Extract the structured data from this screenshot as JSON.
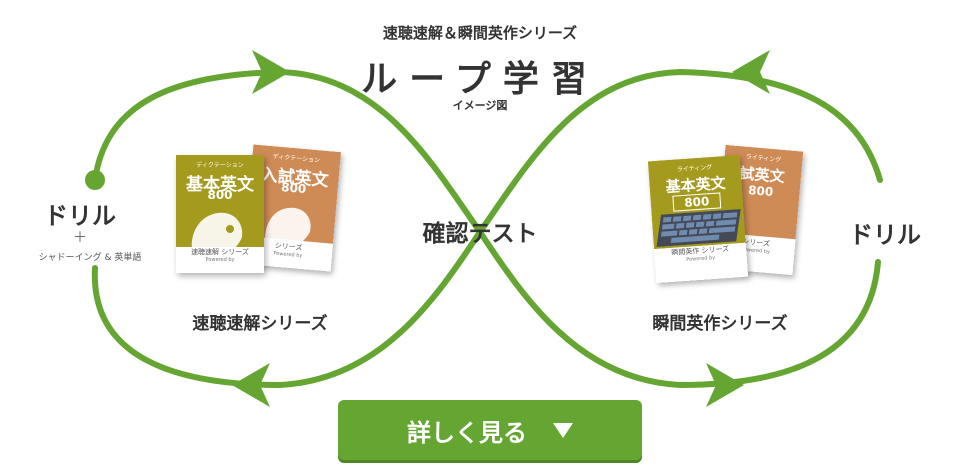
{
  "header": {
    "series_subtitle": "速聴速解＆瞬間英作シリーズ",
    "title": "ループ学習",
    "note": "イメージ図"
  },
  "colors": {
    "accent": "#65a532",
    "book_olive": "#a49a1d",
    "book_tan": "#cf8b56",
    "text": "#333333"
  },
  "diagram": {
    "left_node": {
      "label": "ドリル",
      "plus": "＋",
      "detail": "シャドーイング & 英単語"
    },
    "center_node": {
      "label": "確認テスト"
    },
    "right_node": {
      "label": "ドリル"
    },
    "left_group": {
      "caption": "速聴速解シリーズ",
      "front_book": {
        "kana": "ディクテーション",
        "title": "基本英文",
        "number": "800",
        "series": "速聴速解 シリーズ",
        "powered": "Powered by"
      },
      "back_book": {
        "kana": "ディクテーション",
        "title": "入試英文",
        "number": "800",
        "series": "シリーズ",
        "powered": "Powered by"
      }
    },
    "right_group": {
      "caption": "瞬間英作シリーズ",
      "front_book": {
        "kana": "ライティング",
        "title": "基本英文",
        "number": "800",
        "series": "瞬間英作 シリーズ",
        "powered": "Powered by"
      },
      "back_book": {
        "kana": "ライティング",
        "title": "試英文",
        "number": "800",
        "series": "シリーズ",
        "powered": "Powered by"
      }
    }
  },
  "cta": {
    "label": "詳しく見る",
    "icon": "triangle-down-icon"
  }
}
